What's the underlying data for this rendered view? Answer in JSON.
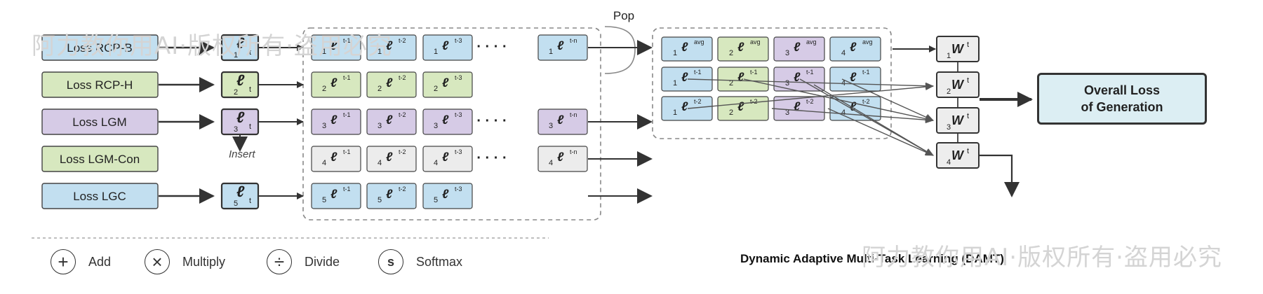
{
  "losses": [
    {
      "label": "Loss RCP-B",
      "color": "#c2dff0",
      "flow": true
    },
    {
      "label": "Loss RCP-H",
      "color": "#d7e8bf",
      "flow": true
    },
    {
      "label": "Loss LGM",
      "color": "#d6cbe6",
      "flow": true
    },
    {
      "label": "Loss LGM-Con",
      "color": "#d7e8bf",
      "flow": false
    },
    {
      "label": "Loss LGC",
      "color": "#c2dff0",
      "flow": true
    }
  ],
  "current_loss": {
    "symbol": "ℓ",
    "superscript": "t",
    "indices": [
      "1",
      "2",
      "3",
      "",
      "5"
    ],
    "colors": [
      "#c2dff0",
      "#d7e8bf",
      "#d6cbe6",
      "",
      "#c2dff0"
    ]
  },
  "insert_label": "Insert",
  "pop_label": "Pop",
  "history": {
    "symbol": "ℓ",
    "columns": [
      "t-1",
      "t-2",
      "t-3"
    ],
    "last_column": "t-n",
    "row_indices": [
      "1",
      "2",
      "3",
      "4",
      "5"
    ],
    "row_colors": [
      "#c2dff0",
      "#d7e8bf",
      "#d6cbe6",
      "#ececec",
      "#c2dff0"
    ],
    "has_last": [
      true,
      false,
      true,
      true,
      false
    ],
    "ellipsis": "· · · ·"
  },
  "matrix": {
    "symbol": "ℓ",
    "rows": [
      "avg",
      "t-1",
      "t-2"
    ],
    "col_indices": [
      "1",
      "2",
      "3",
      "4"
    ],
    "col_colors": [
      "#c2dff0",
      "#d7e8bf",
      "#d6cbe6",
      "#c2dff0"
    ]
  },
  "weights": {
    "symbol": "W",
    "superscript": "t",
    "indices": [
      "1",
      "2",
      "3",
      "4"
    ]
  },
  "overall": {
    "line1": "Overall Loss",
    "line2": "of Generation"
  },
  "legend": [
    {
      "symbol": "+",
      "label": "Add"
    },
    {
      "symbol": "×",
      "label": "Multiply"
    },
    {
      "symbol": "÷",
      "label": "Divide"
    },
    {
      "symbol": "s",
      "label": "Softmax"
    }
  ],
  "title": "Dynamic Adaptive Multi-Task Learning (DAMT)",
  "watermark": "阿力教你用AI·版权所有·盗用必究"
}
